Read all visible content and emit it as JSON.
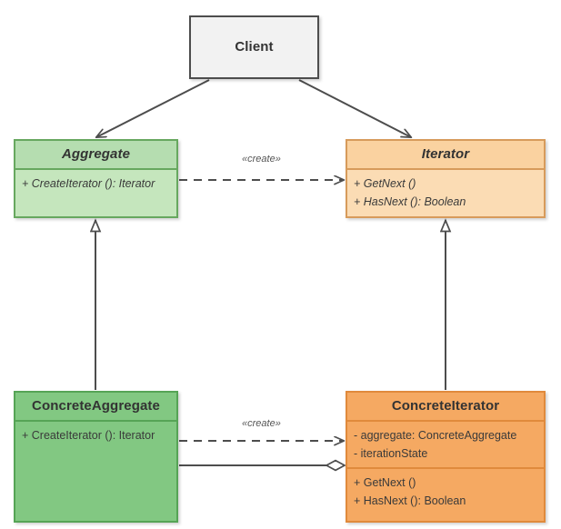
{
  "diagram": {
    "title": "Iterator Design Pattern UML Class Diagram",
    "type": "uml-class-diagram",
    "background": "#ffffff"
  },
  "classes": {
    "client": {
      "name": "Client",
      "abstract": false,
      "fill": "#f2f2f2",
      "border": "#4d4d4d",
      "attributes": [],
      "operations": []
    },
    "aggregate": {
      "name": "Aggregate",
      "abstract": true,
      "fill": "#c5e6bd",
      "header_fill": "#b5ddb0",
      "border": "#67a85f",
      "attributes": [],
      "operations": [
        "+ CreateIterator (): Iterator"
      ]
    },
    "iterator": {
      "name": "Iterator",
      "abstract": true,
      "fill": "#fbdcb4",
      "header_fill": "#fad2a0",
      "border": "#d79b5b",
      "attributes": [],
      "operations": [
        "+ GetNext ()",
        "+ HasNext (): Boolean"
      ]
    },
    "concrete_aggregate": {
      "name": "ConcreteAggregate",
      "abstract": false,
      "fill": "#82c882",
      "header_fill": "#82c882",
      "border": "#56a456",
      "attributes": [],
      "operations": [
        "+ CreateIterator (): Iterator"
      ]
    },
    "concrete_iterator": {
      "name": "ConcreteIterator",
      "abstract": false,
      "fill": "#f5a962",
      "header_fill": "#f5a962",
      "border": "#e08a3c",
      "attributes": [
        "- aggregate: ConcreteAggregate",
        "- iterationState"
      ],
      "operations": [
        "+ GetNext ()",
        "+ HasNext (): Boolean"
      ]
    }
  },
  "relationships": [
    {
      "id": "client-to-aggregate",
      "from": "Client",
      "to": "Aggregate",
      "kind": "association",
      "line": "solid",
      "arrowhead": "open",
      "label": ""
    },
    {
      "id": "client-to-iterator",
      "from": "Client",
      "to": "Iterator",
      "kind": "association",
      "line": "solid",
      "arrowhead": "open",
      "label": ""
    },
    {
      "id": "aggregate-creates-iterator",
      "from": "Aggregate",
      "to": "Iterator",
      "kind": "dependency",
      "line": "dashed",
      "arrowhead": "open",
      "label": "«create»"
    },
    {
      "id": "concrete-aggregate-creates-concrete-iterator",
      "from": "ConcreteAggregate",
      "to": "ConcreteIterator",
      "kind": "dependency",
      "line": "dashed",
      "arrowhead": "open",
      "label": "«create»"
    },
    {
      "id": "concrete-aggregate-generalizes-aggregate",
      "from": "ConcreteAggregate",
      "to": "Aggregate",
      "kind": "generalization",
      "line": "solid",
      "arrowhead": "hollow-triangle",
      "label": ""
    },
    {
      "id": "concrete-iterator-generalizes-iterator",
      "from": "ConcreteIterator",
      "to": "Iterator",
      "kind": "generalization",
      "line": "solid",
      "arrowhead": "hollow-triangle",
      "label": ""
    },
    {
      "id": "concrete-iterator-aggregates-concrete-aggregate",
      "from": "ConcreteAggregate",
      "to": "ConcreteIterator",
      "kind": "aggregation",
      "line": "solid",
      "arrowhead": "hollow-diamond",
      "label": ""
    }
  ],
  "labels": {
    "create_top": "«create»",
    "create_bottom": "«create»"
  },
  "colors": {
    "edge_stroke": "#4d4d4d",
    "canvas": "#ffffff"
  }
}
